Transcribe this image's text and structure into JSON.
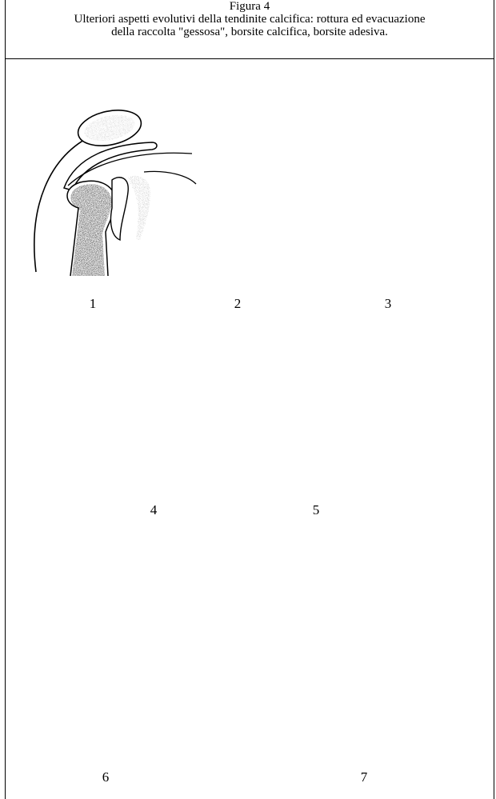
{
  "figure": {
    "number": "Figura 4",
    "caption_line1": "Ulteriori aspetti evolutivi della tendinite calcifica: rottura ed evacuazione",
    "caption_line2": "della raccolta \"gessosa\", borsite calcifica, borsite adesiva."
  },
  "panels": [
    {
      "label": "1"
    },
    {
      "label": "2"
    },
    {
      "label": "3"
    },
    {
      "label": "4"
    },
    {
      "label": "5"
    },
    {
      "label": "6"
    },
    {
      "label": "7"
    }
  ]
}
